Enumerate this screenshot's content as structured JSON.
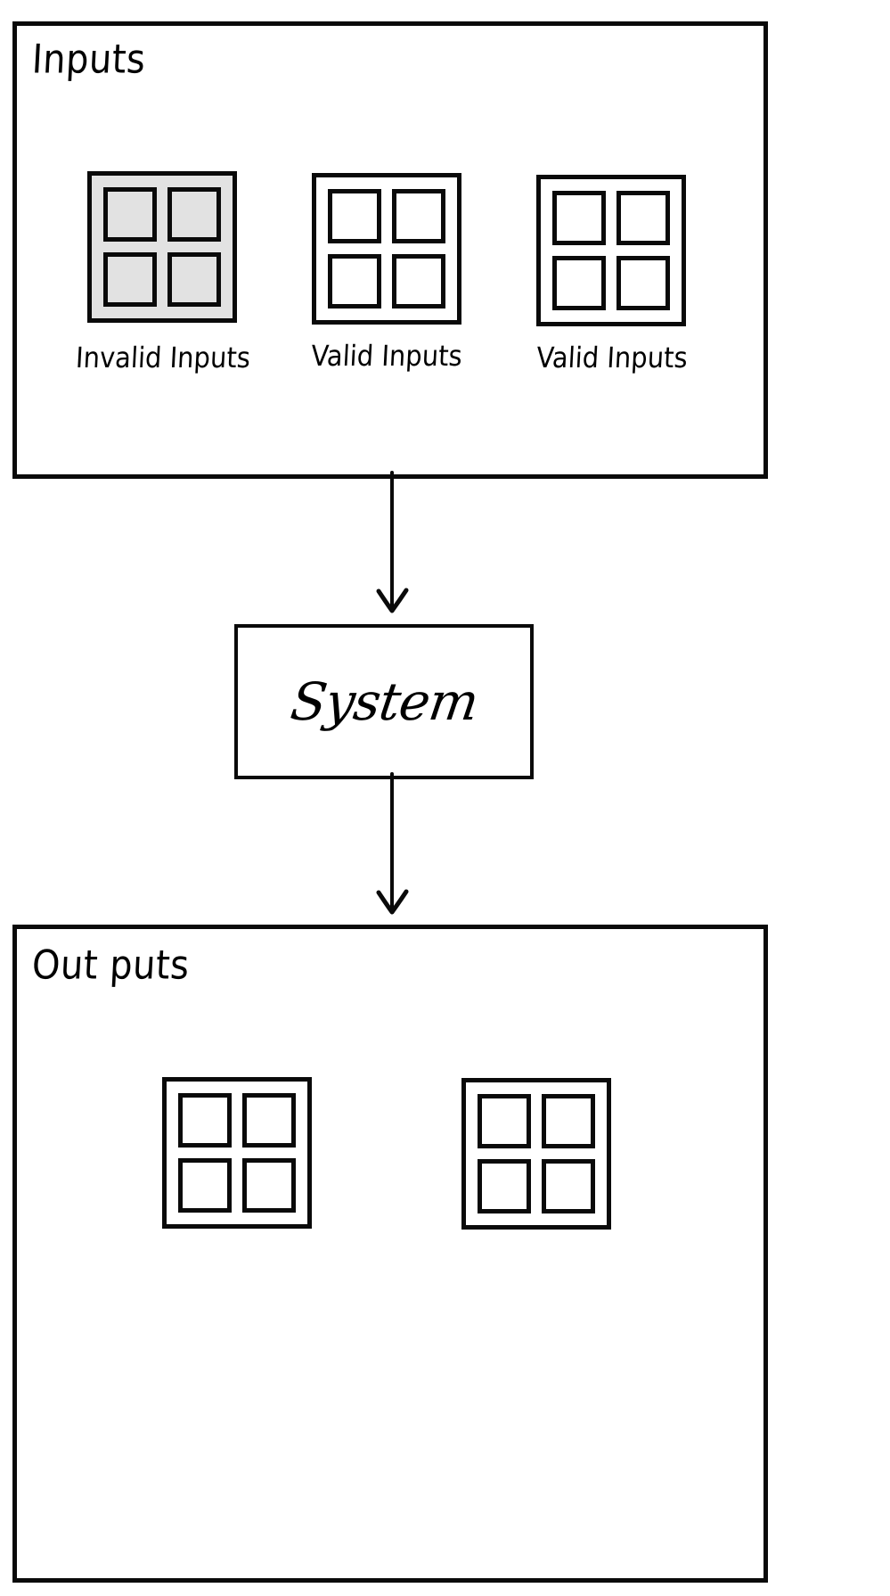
{
  "diagram": {
    "style": "hand-drawn",
    "background_color": "#ffffff",
    "stroke_color": "#000000",
    "fill_gray": "#e2e2e2"
  },
  "inputs_section": {
    "title": "Inputs",
    "grids": [
      {
        "label": "Invalid Inputs",
        "cells": 4,
        "filled": true,
        "fill_color": "#e2e2e2"
      },
      {
        "label": "Valid Inputs",
        "cells": 4,
        "filled": false,
        "fill_color": "#ffffff"
      },
      {
        "label": "Valid Inputs",
        "cells": 4,
        "filled": false,
        "fill_color": "#ffffff"
      }
    ]
  },
  "process": {
    "label": "System"
  },
  "outputs_section": {
    "title": "Out puts",
    "grids": [
      {
        "label": "",
        "cells": 4,
        "filled": false,
        "fill_color": "#ffffff"
      },
      {
        "label": "",
        "cells": 4,
        "filled": false,
        "fill_color": "#ffffff"
      }
    ]
  },
  "connectors": [
    {
      "name": "inputs-to-system",
      "direction": "down",
      "arrowhead": true
    },
    {
      "name": "system-to-outputs",
      "direction": "down",
      "arrowhead": true
    }
  ]
}
